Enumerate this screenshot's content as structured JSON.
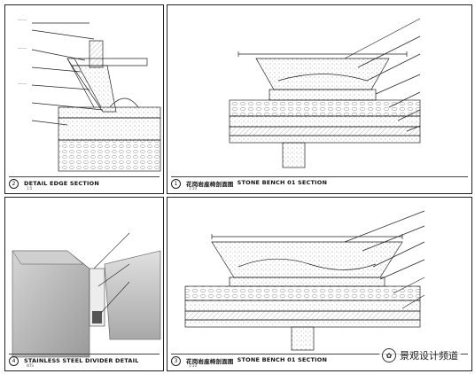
{
  "panels": {
    "p1": {
      "number": "2",
      "title": "DETAIL EDGE SECTION",
      "scale": "1:5"
    },
    "p2": {
      "number": "1",
      "title_cn": "花岗岩座椅剖面图",
      "title_en": "STONE BENCH 01 SECTION",
      "scale": "1:10"
    },
    "p3": {
      "number": "4",
      "title": "STAINLESS STEEL DIVIDER DETAIL",
      "scale": "NTS"
    },
    "p4": {
      "number": "3",
      "title_cn": "花岗岩座椅剖面图",
      "title_en": "STONE BENCH 01 SECTION",
      "scale": "1:10"
    }
  },
  "watermark": {
    "text": "景观设计频道"
  },
  "colors": {
    "line": "#222222",
    "hatch": "#888888",
    "stone": "#bdbdbd"
  }
}
